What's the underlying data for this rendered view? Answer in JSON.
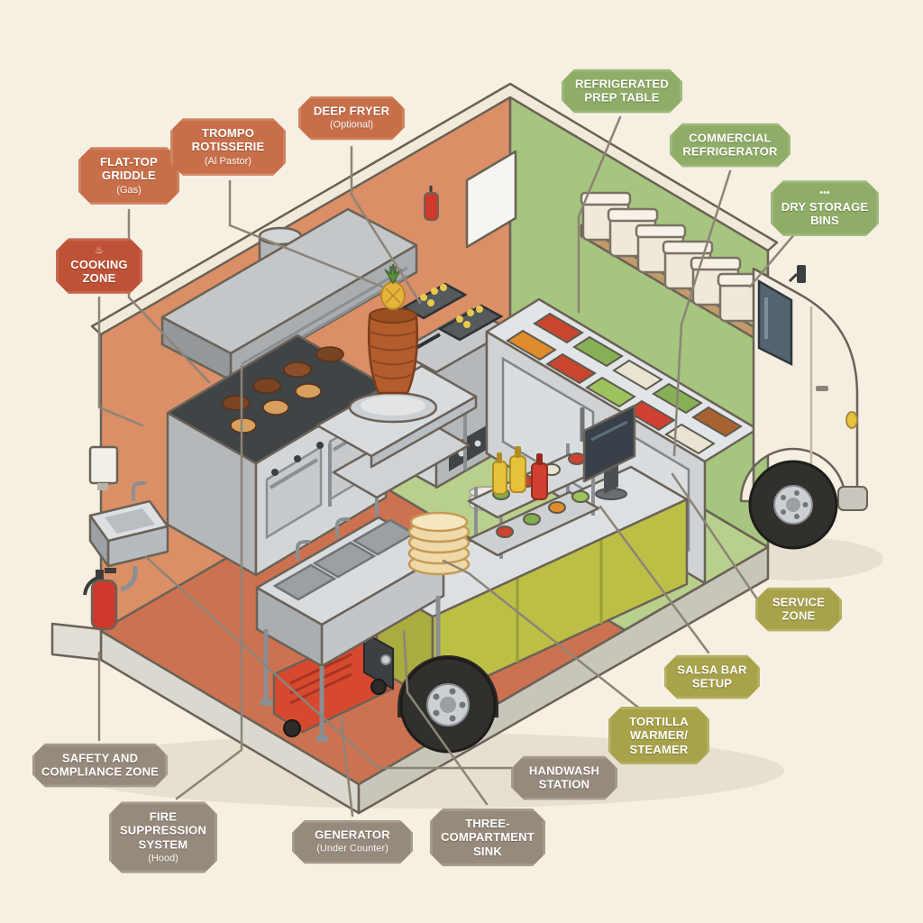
{
  "diagram": {
    "subject": "Taco food truck kitchen layout (isometric cutaway)",
    "background_color": "#f6f0e3"
  },
  "badges": [
    {
      "id": "cooking-zone",
      "title": "COOKING\nZONE",
      "icon": "♨",
      "color": "#bf5136"
    },
    {
      "id": "flat-top-griddle",
      "title": "FLAT-TOP\nGRIDDLE",
      "note": "(Gas)",
      "color": "#c86f4a"
    },
    {
      "id": "trompo-rotisserie",
      "title": "TROMPO\nROTISSERIE",
      "note": "(Al Pastor)",
      "color": "#c86f4a"
    },
    {
      "id": "deep-fryer",
      "title": "DEEP FRYER",
      "note": "(Optional)",
      "color": "#c86f4a"
    },
    {
      "id": "refrigerated-prep-table",
      "title": "REFRIGERATED\nPREP TABLE",
      "color": "#8fad66"
    },
    {
      "id": "commercial-refrigerator",
      "title": "COMMERCIAL\nREFRIGERATOR",
      "color": "#8fad66"
    },
    {
      "id": "dry-storage-bins",
      "title": "DRY STORAGE\nBINS",
      "icon": "•••",
      "color": "#8fad66"
    },
    {
      "id": "service-zone",
      "title": "SERVICE\nZONE",
      "color": "#a8a24a"
    },
    {
      "id": "salsa-bar-setup",
      "title": "SALSA BAR\nSETUP",
      "color": "#a8a24a"
    },
    {
      "id": "tortilla-warmer-steamer",
      "title": "TORTILLA\nWARMER/\nSTEAMER",
      "color": "#a8a24a"
    },
    {
      "id": "handwash-station",
      "title": "HANDWASH\nSTATION",
      "color": "#968a7c"
    },
    {
      "id": "three-compartment-sink",
      "title": "THREE-\nCOMPARTMENT\nSINK",
      "color": "#968a7c"
    },
    {
      "id": "generator",
      "title": "GENERATOR",
      "note": "(Under Counter)",
      "color": "#968a7c"
    },
    {
      "id": "fire-suppression-system",
      "title": "FIRE\nSUPPRESSION\nSYSTEM",
      "note": "(Hood)",
      "color": "#968a7c"
    },
    {
      "id": "safety-compliance-zone",
      "title": "SAFETY AND\nCOMPLIANCE ZONE",
      "color": "#968a7c"
    }
  ],
  "palette": {
    "cooking_zone_floor": "#cd7250",
    "service_zone_floor": "#b8d08c",
    "wall_orange": "#db8f66",
    "wall_green": "#a6c57e",
    "service_counter_front": "#bcbf45",
    "stainless_steel": "#d3d6d8",
    "truck_body": "#f3eee0"
  }
}
